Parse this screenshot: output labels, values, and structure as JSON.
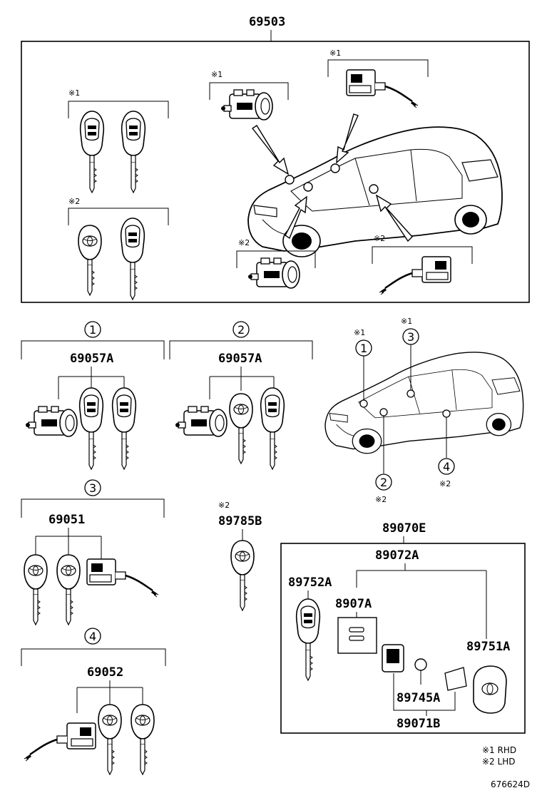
{
  "labels": {
    "top_assembly": "69503",
    "kit1_a": "69057A",
    "kit2_a": "69057A",
    "kit3": "69051",
    "kit4": "69052",
    "key_single": "89785B",
    "transmitter_assy": "89070E",
    "transmitter_sub": "89072A",
    "key_blank": "89752A",
    "case_part": "8907A",
    "housing_part": "89751A",
    "battery_part": "89745A",
    "board_part": "89071B",
    "drawing_no": "676624D"
  },
  "markers": {
    "m1": "※1",
    "m2": "※2"
  },
  "legend": {
    "rhd": "※1 RHD",
    "lhd": "※2 LHD"
  },
  "circled": {
    "c1": "1",
    "c2": "2",
    "c3": "3",
    "c4": "4"
  }
}
